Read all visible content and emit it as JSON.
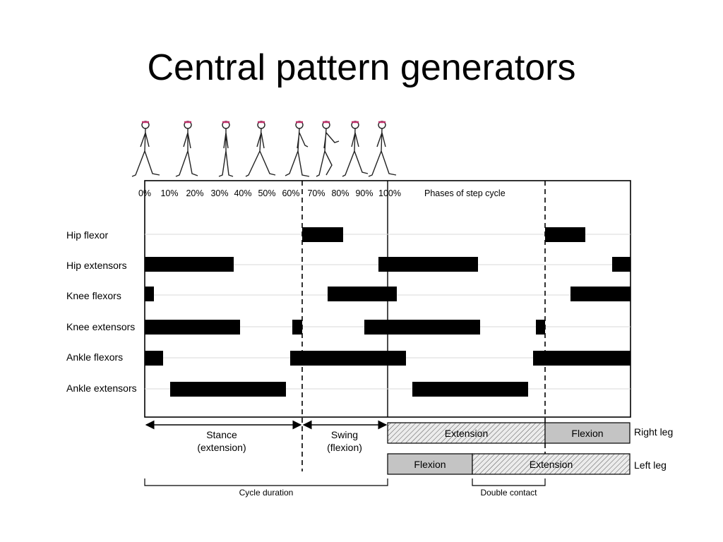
{
  "title": "Central pattern generators",
  "percent_labels": [
    "0%",
    "10%",
    "20%",
    "30%",
    "40%",
    "50%",
    "60%",
    "70%",
    "80%",
    "90%",
    "100%"
  ],
  "phases_label": "Phases of step cycle",
  "muscles": [
    {
      "name": "Hip flexor"
    },
    {
      "name": "Hip extensors"
    },
    {
      "name": "Knee flexors"
    },
    {
      "name": "Knee extensors"
    },
    {
      "name": "Ankle flexors"
    },
    {
      "name": "Ankle extensors"
    }
  ],
  "phases": {
    "stance_line1": "Stance",
    "stance_line2": "(extension)",
    "swing_line1": "Swing",
    "swing_line2": "(flexion)"
  },
  "legs": {
    "right": {
      "label": "Right leg",
      "extension": "Extension",
      "flexion": "Flexion"
    },
    "left": {
      "label": "Left leg",
      "flexion": "Flexion",
      "extension": "Extension"
    }
  },
  "brackets": {
    "cycle_duration": "Cycle duration",
    "double_contact": "Double contact"
  }
}
